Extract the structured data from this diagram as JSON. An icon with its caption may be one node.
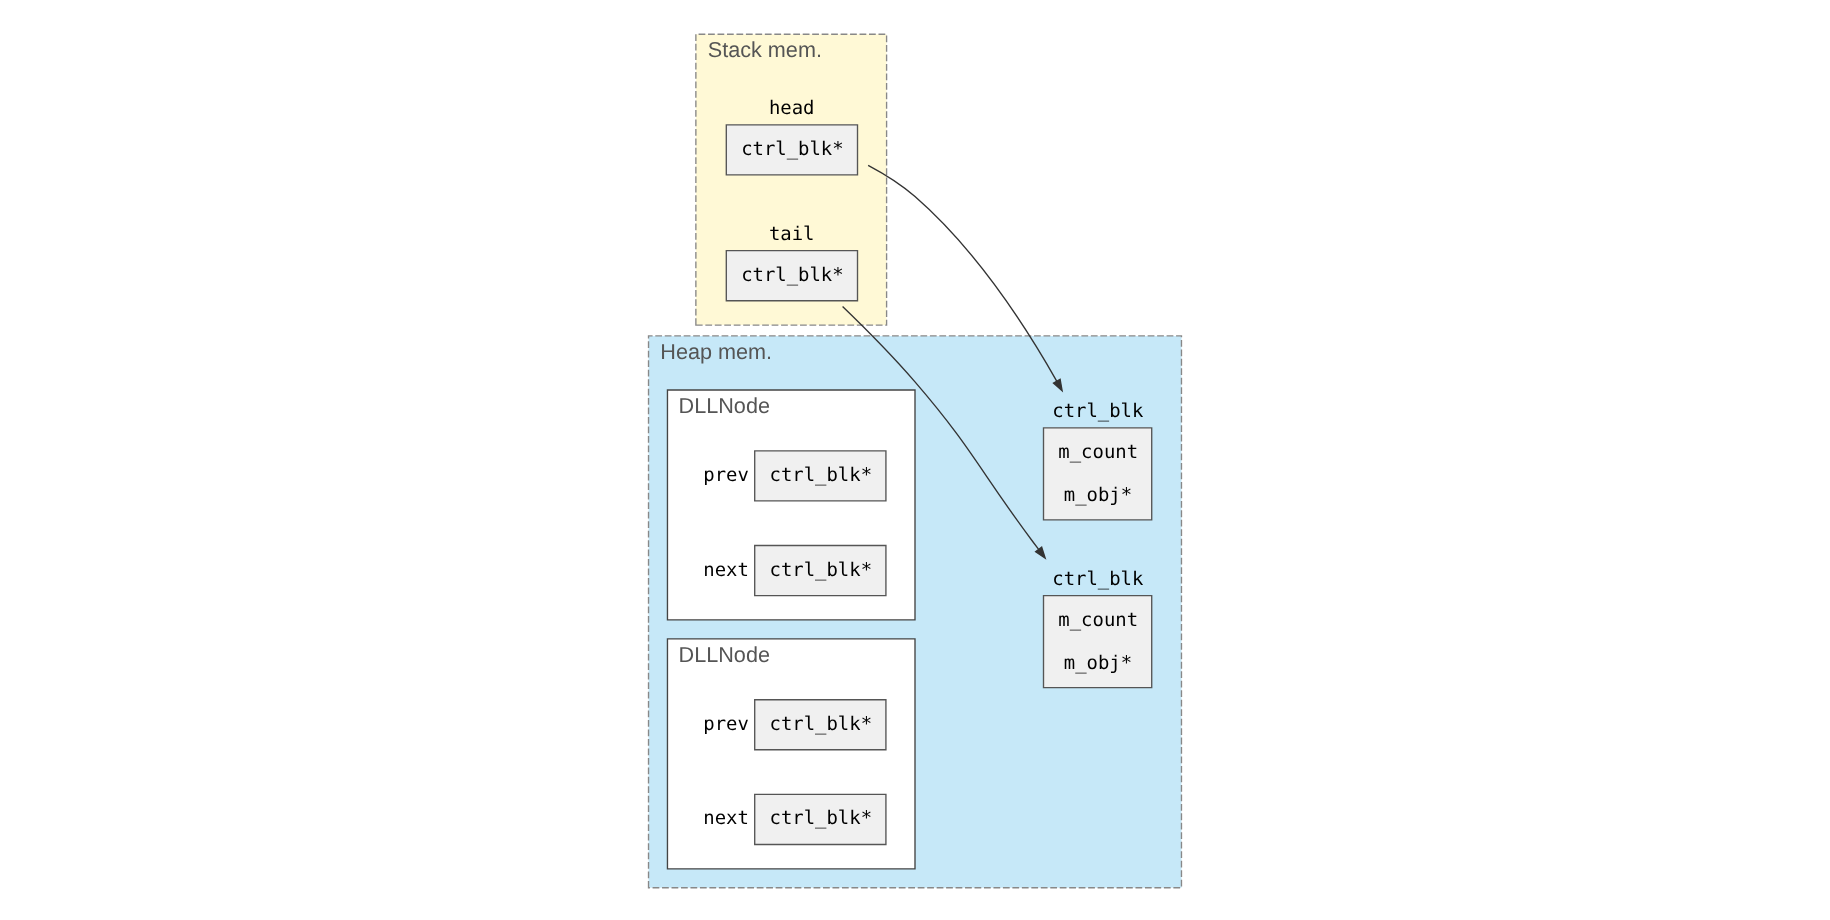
{
  "diagram": {
    "nodes": [
      {
        "text": [
          "Stack mem."
        ]
      },
      {
        "text": [
          "head",
          "ctrl_blk*"
        ],
        "in": 0
      },
      {
        "text": [
          "tail",
          "ctrl_blk*"
        ],
        "in": 0
      },
      {
        "text": [
          "Heap mem."
        ]
      },
      {
        "text": [
          "ctrl_blk",
          "m_count",
          "m_obj*"
        ],
        "in": 3
      },
      {
        "text": [
          "ctrl_blk",
          "m_count",
          "m_obj*"
        ],
        "in": 3
      },
      {
        "text": [
          "DLLNode"
        ],
        "in": 3
      },
      {
        "text": [
          "ctrl_blk*"
        ],
        "beside": [
          "prev"
        ],
        "in": 6
      },
      {
        "text": [
          "ctrl_blk*"
        ],
        "beside": [
          "next"
        ],
        "in": 6
      },
      {
        "text": [
          "DLLNode"
        ],
        "in": 3
      },
      {
        "text": [
          "ctrl_blk*"
        ],
        "beside": [
          "prev"
        ],
        "in": 9
      },
      {
        "text": [
          "ctrl_blk*"
        ],
        "beside": [
          "next"
        ],
        "in": 9
      }
    ],
    "edges": [
      {
        "from": 1,
        "to": 4,
        "arrow": "to"
      },
      {
        "from": 2,
        "to": 5,
        "arrow": "to"
      }
    ]
  }
}
